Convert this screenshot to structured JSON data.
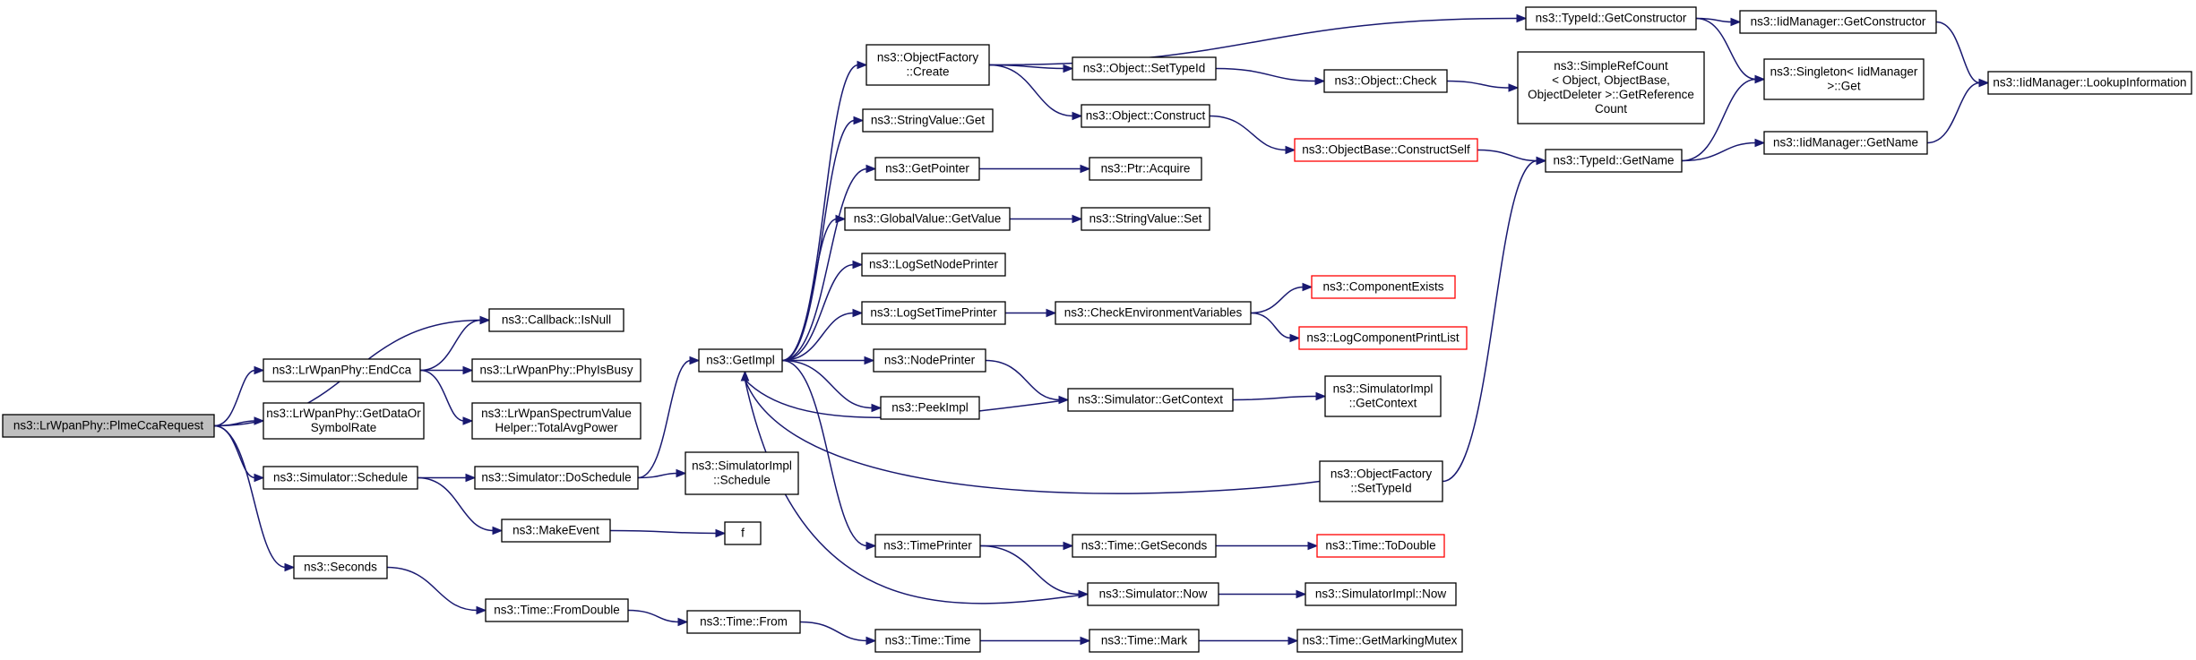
{
  "nodes": [
    {
      "id": "root",
      "lines": [
        "ns3::LrWpanPhy::PlmeCcaRequest"
      ],
      "style": "root"
    },
    {
      "id": "endcca",
      "lines": [
        "ns3::LrWpanPhy::EndCca"
      ],
      "style": "normal"
    },
    {
      "id": "getdata",
      "lines": [
        "ns3::LrWpanPhy::GetDataOr",
        "SymbolRate"
      ],
      "style": "normal"
    },
    {
      "id": "schedule",
      "lines": [
        "ns3::Simulator::Schedule"
      ],
      "style": "normal"
    },
    {
      "id": "seconds",
      "lines": [
        "ns3::Seconds"
      ],
      "style": "normal"
    },
    {
      "id": "isnull",
      "lines": [
        "ns3::Callback::IsNull"
      ],
      "style": "normal"
    },
    {
      "id": "phyisbusy",
      "lines": [
        "ns3::LrWpanPhy::PhyIsBusy"
      ],
      "style": "normal"
    },
    {
      "id": "totalavg",
      "lines": [
        "ns3::LrWpanSpectrumValue",
        "Helper::TotalAvgPower"
      ],
      "style": "normal"
    },
    {
      "id": "doschedule",
      "lines": [
        "ns3::Simulator::DoSchedule"
      ],
      "style": "normal"
    },
    {
      "id": "makeevent",
      "lines": [
        "ns3::MakeEvent"
      ],
      "style": "normal"
    },
    {
      "id": "fromdouble",
      "lines": [
        "ns3::Time::FromDouble"
      ],
      "style": "normal"
    },
    {
      "id": "getimpl",
      "lines": [
        "ns3::GetImpl"
      ],
      "style": "normal"
    },
    {
      "id": "simimplschedule",
      "lines": [
        "ns3::SimulatorImpl",
        "::Schedule"
      ],
      "style": "normal"
    },
    {
      "id": "f",
      "lines": [
        "f"
      ],
      "style": "normal"
    },
    {
      "id": "timefrom",
      "lines": [
        "ns3::Time::From"
      ],
      "style": "normal"
    },
    {
      "id": "objfactcreate",
      "lines": [
        "ns3::ObjectFactory",
        "::Create"
      ],
      "style": "normal"
    },
    {
      "id": "stringvalueget",
      "lines": [
        "ns3::StringValue::Get"
      ],
      "style": "normal"
    },
    {
      "id": "getpointer",
      "lines": [
        "ns3::GetPointer"
      ],
      "style": "normal"
    },
    {
      "id": "gvgetvalue",
      "lines": [
        "ns3::GlobalValue::GetValue"
      ],
      "style": "normal"
    },
    {
      "id": "logsetnode",
      "lines": [
        "ns3::LogSetNodePrinter"
      ],
      "style": "normal"
    },
    {
      "id": "logsettime",
      "lines": [
        "ns3::LogSetTimePrinter"
      ],
      "style": "normal"
    },
    {
      "id": "nodeprinter",
      "lines": [
        "ns3::NodePrinter"
      ],
      "style": "normal"
    },
    {
      "id": "peekimpl",
      "lines": [
        "ns3::PeekImpl"
      ],
      "style": "normal"
    },
    {
      "id": "timeprinter",
      "lines": [
        "ns3::TimePrinter"
      ],
      "style": "normal"
    },
    {
      "id": "timetime",
      "lines": [
        "ns3::Time::Time"
      ],
      "style": "normal"
    },
    {
      "id": "objsettypeid",
      "lines": [
        "ns3::Object::SetTypeId"
      ],
      "style": "normal"
    },
    {
      "id": "objconstruct",
      "lines": [
        "ns3::Object::Construct"
      ],
      "style": "normal"
    },
    {
      "id": "ptracquire",
      "lines": [
        "ns3::Ptr::Acquire"
      ],
      "style": "normal"
    },
    {
      "id": "stringvalueset",
      "lines": [
        "ns3::StringValue::Set"
      ],
      "style": "normal"
    },
    {
      "id": "checkenv",
      "lines": [
        "ns3::CheckEnvironmentVariables"
      ],
      "style": "normal"
    },
    {
      "id": "simgetcontext",
      "lines": [
        "ns3::Simulator::GetContext"
      ],
      "style": "normal"
    },
    {
      "id": "timegetseconds",
      "lines": [
        "ns3::Time::GetSeconds"
      ],
      "style": "normal"
    },
    {
      "id": "simnow",
      "lines": [
        "ns3::Simulator::Now"
      ],
      "style": "normal"
    },
    {
      "id": "timemark",
      "lines": [
        "ns3::Time::Mark"
      ],
      "style": "normal"
    },
    {
      "id": "typeidgetconstructor",
      "lines": [
        "ns3::TypeId::GetConstructor"
      ],
      "style": "normal"
    },
    {
      "id": "objcheck",
      "lines": [
        "ns3::Object::Check"
      ],
      "style": "normal"
    },
    {
      "id": "objbaseconstructself",
      "lines": [
        "ns3::ObjectBase::ConstructSelf"
      ],
      "style": "truncated"
    },
    {
      "id": "componentexists",
      "lines": [
        "ns3::ComponentExists"
      ],
      "style": "truncated"
    },
    {
      "id": "logcomponentprintlist",
      "lines": [
        "ns3::LogComponentPrintList"
      ],
      "style": "truncated"
    },
    {
      "id": "simimplgetcontext",
      "lines": [
        "ns3::SimulatorImpl",
        "::GetContext"
      ],
      "style": "normal"
    },
    {
      "id": "objfactsettypeid",
      "lines": [
        "ns3::ObjectFactory",
        "::SetTypeId"
      ],
      "style": "normal"
    },
    {
      "id": "timetodouble",
      "lines": [
        "ns3::Time::ToDouble"
      ],
      "style": "truncated"
    },
    {
      "id": "simimplnow",
      "lines": [
        "ns3::SimulatorImpl::Now"
      ],
      "style": "normal"
    },
    {
      "id": "getmarkingmutex",
      "lines": [
        "ns3::Time::GetMarkingMutex"
      ],
      "style": "normal"
    },
    {
      "id": "simplerefcount",
      "lines": [
        "ns3::SimpleRefCount",
        "< Object, ObjectBase,",
        "ObjectDeleter >::GetReference",
        "Count"
      ],
      "style": "normal"
    },
    {
      "id": "typeidgetname",
      "lines": [
        "ns3::TypeId::GetName"
      ],
      "style": "normal"
    },
    {
      "id": "iidgetconstructor",
      "lines": [
        "ns3::IidManager::GetConstructor"
      ],
      "style": "normal"
    },
    {
      "id": "singletonget",
      "lines": [
        "ns3::Singleton< IidManager",
        ">::Get"
      ],
      "style": "normal"
    },
    {
      "id": "iidgetname",
      "lines": [
        "ns3::IidManager::GetName"
      ],
      "style": "normal"
    },
    {
      "id": "iidlookup",
      "lines": [
        "ns3::IidManager::LookupInformation"
      ],
      "style": "normal"
    }
  ],
  "edges": [
    [
      "root",
      "isnull"
    ],
    [
      "root",
      "endcca"
    ],
    [
      "root",
      "getdata"
    ],
    [
      "root",
      "schedule"
    ],
    [
      "root",
      "seconds"
    ],
    [
      "endcca",
      "isnull"
    ],
    [
      "endcca",
      "phyisbusy"
    ],
    [
      "endcca",
      "totalavg"
    ],
    [
      "schedule",
      "doschedule"
    ],
    [
      "schedule",
      "makeevent"
    ],
    [
      "seconds",
      "fromdouble"
    ],
    [
      "doschedule",
      "getimpl"
    ],
    [
      "doschedule",
      "simimplschedule"
    ],
    [
      "makeevent",
      "f"
    ],
    [
      "fromdouble",
      "timefrom"
    ],
    [
      "timefrom",
      "timetime"
    ],
    [
      "getimpl",
      "objfactcreate"
    ],
    [
      "getimpl",
      "stringvalueget"
    ],
    [
      "getimpl",
      "getpointer"
    ],
    [
      "getimpl",
      "gvgetvalue"
    ],
    [
      "getimpl",
      "logsetnode"
    ],
    [
      "getimpl",
      "logsettime"
    ],
    [
      "getimpl",
      "nodeprinter"
    ],
    [
      "getimpl",
      "peekimpl"
    ],
    [
      "getimpl",
      "timeprinter"
    ],
    [
      "simgetcontext",
      "getimpl"
    ],
    [
      "objfactsettypeid",
      "getimpl"
    ],
    [
      "simnow",
      "getimpl"
    ],
    [
      "objfactcreate",
      "typeidgetconstructor"
    ],
    [
      "objfactcreate",
      "objsettypeid"
    ],
    [
      "objfactcreate",
      "objconstruct"
    ],
    [
      "getpointer",
      "ptracquire"
    ],
    [
      "gvgetvalue",
      "stringvalueset"
    ],
    [
      "logsettime",
      "checkenv"
    ],
    [
      "nodeprinter",
      "simgetcontext"
    ],
    [
      "timeprinter",
      "timegetseconds"
    ],
    [
      "timeprinter",
      "simnow"
    ],
    [
      "timetime",
      "timemark"
    ],
    [
      "objsettypeid",
      "objcheck"
    ],
    [
      "objconstruct",
      "objbaseconstructself"
    ],
    [
      "checkenv",
      "componentexists"
    ],
    [
      "checkenv",
      "logcomponentprintlist"
    ],
    [
      "simgetcontext",
      "simimplgetcontext"
    ],
    [
      "timegetseconds",
      "timetodouble"
    ],
    [
      "simnow",
      "simimplnow"
    ],
    [
      "timemark",
      "getmarkingmutex"
    ],
    [
      "objcheck",
      "simplerefcount"
    ],
    [
      "objbaseconstructself",
      "typeidgetname"
    ],
    [
      "objfactsettypeid",
      "typeidgetname"
    ],
    [
      "typeidgetconstructor",
      "iidgetconstructor"
    ],
    [
      "typeidgetconstructor",
      "singletonget"
    ],
    [
      "typeidgetname",
      "singletonget"
    ],
    [
      "typeidgetname",
      "iidgetname"
    ],
    [
      "iidgetconstructor",
      "iidlookup"
    ],
    [
      "iidgetname",
      "iidlookup"
    ]
  ],
  "colors": {
    "edge": "#191970",
    "root_fill": "#bfbfbf",
    "truncated_border": "#ff0000"
  }
}
